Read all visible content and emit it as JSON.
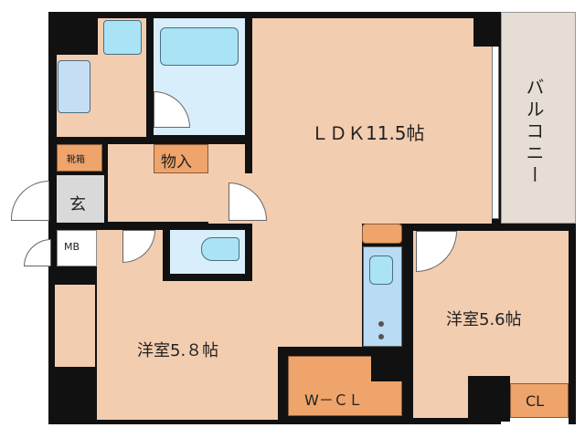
{
  "rooms": {
    "ldk": "ＬＤＫ11.5帖",
    "western_room_1": "洋室5.８帖",
    "western_room_2": "洋室5.6帖",
    "balcony": "バルコニー",
    "storage": "物入",
    "shoe_box": "靴箱",
    "entrance": "玄",
    "meter_box": "MB",
    "walk_in_closet": "W－ＣＬ",
    "closet": "CL"
  },
  "colors": {
    "floor": "#f3cdb0",
    "storage": "#eea46a",
    "wet_area": "#d8eefb",
    "wall": "#111111",
    "balcony": "#e6ddd4"
  }
}
